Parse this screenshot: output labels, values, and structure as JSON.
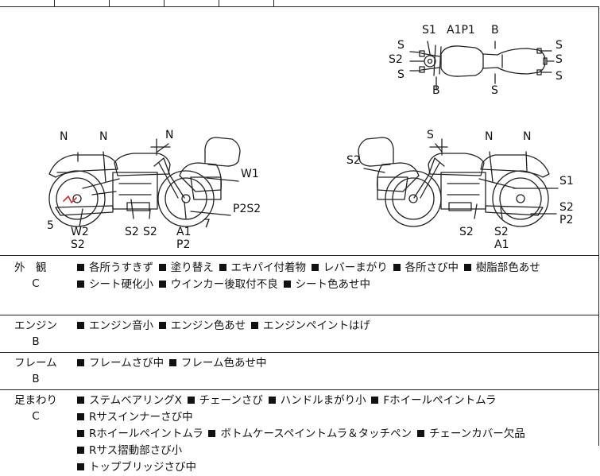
{
  "diagram": {
    "top_view_labels": {
      "s1": "S1",
      "a1p1": "A1P1",
      "b_top": "B",
      "s_left_1": "S",
      "s2_left": "S2",
      "s_left_2": "S",
      "b_bottom": "B",
      "s_bottom": "S",
      "s_right_1": "S",
      "s_right_2": "S",
      "s_right_3": "S"
    },
    "left_view_labels": {
      "n1": "N",
      "n2": "N",
      "n3": "N",
      "w1": "W1",
      "p2s2": "P2S2",
      "seven": "7",
      "five": "5",
      "w2": "W2",
      "s2_w": "S2",
      "s2_a": "S2",
      "s2_b": "S2",
      "a1": "A1",
      "p2": "P2"
    },
    "right_view_labels": {
      "s_top": "S",
      "s2_left": "S2",
      "n1": "N",
      "n2": "N",
      "s1": "S1",
      "s2_right": "S2",
      "p2_right": "P2",
      "s2_bottom": "S2",
      "s2_bottom2": "S2",
      "a1_bottom": "A1"
    }
  },
  "rows": [
    {
      "name": "外　観",
      "grade": "C",
      "items": [
        "各所うすきず",
        "塗り替え",
        "エキパイ付着物",
        "レバーまがり",
        "各所さび中",
        "樹脂部色あせ",
        "シート硬化小",
        "ウインカー後取付不良",
        "シート色あせ中"
      ],
      "lines": [
        [
          0,
          1,
          2,
          3,
          4,
          5
        ],
        [
          6,
          7,
          8
        ]
      ]
    },
    {
      "name": "エンジン",
      "grade": "B",
      "items": [
        "エンジン音小",
        "エンジン色あせ",
        "エンジンペイントはげ"
      ],
      "lines": [
        [
          0,
          1,
          2
        ]
      ]
    },
    {
      "name": "フレーム",
      "grade": "B",
      "items": [
        "フレームさび中",
        "フレーム色あせ中"
      ],
      "lines": [
        [
          0,
          1
        ]
      ]
    },
    {
      "name": "足まわり",
      "grade": "C",
      "items": [
        "ステムベアリングX",
        "チェーンさび",
        "ハンドルまがり小",
        "Fホイールペイントムラ",
        "Rサスインナーさび中",
        "Rホイールペイントムラ",
        "ボトムケースペイントムラ＆タッチペン",
        "チェーンカバー欠品",
        "Rサス摺動部さび小",
        "トップブリッジさび中"
      ],
      "lines": [
        [
          0,
          1,
          2,
          3,
          4
        ],
        [
          5,
          6,
          7,
          8
        ],
        [
          9
        ]
      ]
    }
  ]
}
